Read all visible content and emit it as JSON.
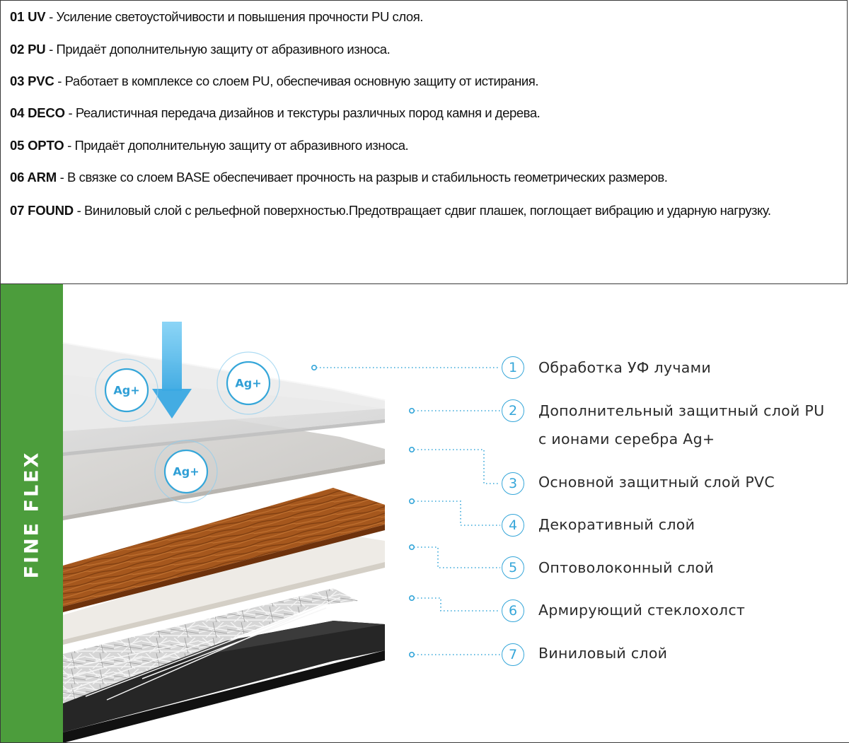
{
  "descriptions": [
    {
      "code": "01 UV",
      "text": " - Усиление светоустойчивости и повышения прочности PU слоя."
    },
    {
      "code": "02 PU",
      "text": " - Придаёт дополнительную защиту от абразивного износа."
    },
    {
      "code": "03 PVC",
      "text": " - Работает в комплексе со слоем PU, обеспечивая основную защиту от истирания."
    },
    {
      "code": "04 DECO",
      "text": " - Реалистичная передача дизайнов и текстуры различных пород камня и дерева."
    },
    {
      "code": "05 OPTO",
      "text": " - Придаёт дополнительную защиту от абразивного износа."
    },
    {
      "code": "06 ARM",
      "text": " - В связке со слоем BASE обеспечивает прочность на разрыв и стабильность геометрических размеров."
    },
    {
      "code": "07 FOUND",
      "text": " - Виниловый слой с рельефной поверхностью.Предотвращает сдвиг плашек, поглощает вибрацию и ударную нагрузку."
    }
  ],
  "brand": "FINE FLEX",
  "silver_ion_badge": "Ag+",
  "callouts": [
    {
      "number": "1",
      "line1": "Обработка УФ лучами",
      "line2": ""
    },
    {
      "number": "2",
      "line1": "Дополнительный защитный слой PU",
      "line2": "с ионами серебра Ag+"
    },
    {
      "number": "3",
      "line1": "Основной защитный слой PVC",
      "line2": ""
    },
    {
      "number": "4",
      "line1": "Декоративный слой",
      "line2": ""
    },
    {
      "number": "5",
      "line1": "Оптоволоконный слой",
      "line2": ""
    },
    {
      "number": "6",
      "line1": "Армирующий стеклохолст",
      "line2": ""
    },
    {
      "number": "7",
      "line1": "Виниловый слой",
      "line2": ""
    }
  ],
  "colors": {
    "brand_green": "#4c9d3c",
    "accent_blue": "#35a6d9",
    "wood": "#a4561c",
    "base_layer": "#2a2a2a"
  }
}
